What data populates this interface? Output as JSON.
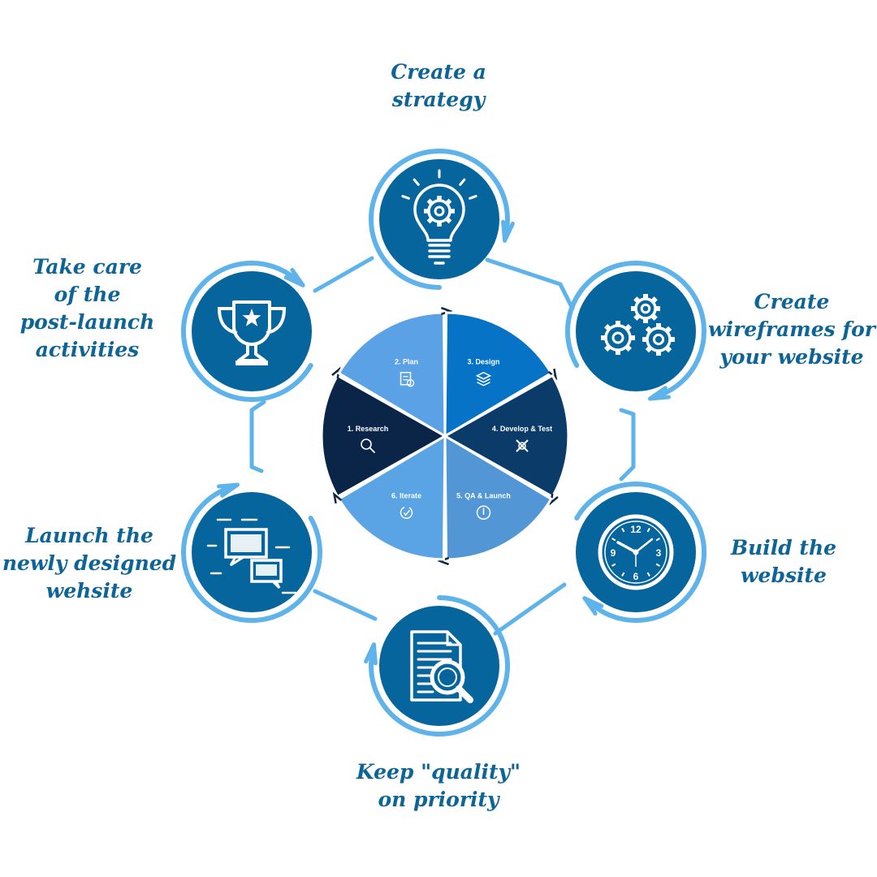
{
  "colors": {
    "ring": "#5eb3ea",
    "circle": "#05659c",
    "label": "#0d6496",
    "wedges": [
      "#0b2548",
      "#5aa1e6",
      "#0673c7",
      "#0b3c69",
      "#5396d5",
      "#5aa4e6"
    ]
  },
  "steps": [
    {
      "name": "strategy",
      "lines": [
        "Create a",
        "strategy"
      ],
      "icon": "lightbulb-gear-icon"
    },
    {
      "name": "wireframes",
      "lines": [
        "Create",
        "wireframes for",
        "your website"
      ],
      "icon": "gears-icon"
    },
    {
      "name": "build",
      "lines": [
        "Build the",
        "website"
      ],
      "icon": "clock-icon"
    },
    {
      "name": "quality",
      "lines": [
        "Keep \"quality\"",
        "on priority"
      ],
      "icon": "document-magnifier-icon"
    },
    {
      "name": "launch",
      "lines": [
        "Launch the",
        "newly designed",
        "wehsite"
      ],
      "icon": "monitor-chat-icon"
    },
    {
      "name": "post-launch",
      "lines": [
        "Take care",
        "of the",
        "post-launch",
        "activities"
      ],
      "icon": "trophy-icon"
    }
  ],
  "wheel": [
    {
      "label": "1. Research",
      "icon": "magnifier-icon"
    },
    {
      "label": "2. Plan",
      "icon": "clipboard-check-icon"
    },
    {
      "label": "3. Design",
      "icon": "layers-icon"
    },
    {
      "label": "4. Develop & Test",
      "icon": "tools-icon"
    },
    {
      "label": "5. QA & Launch",
      "icon": "power-icon"
    },
    {
      "label": "6. Iterate",
      "icon": "cycle-check-icon"
    }
  ]
}
